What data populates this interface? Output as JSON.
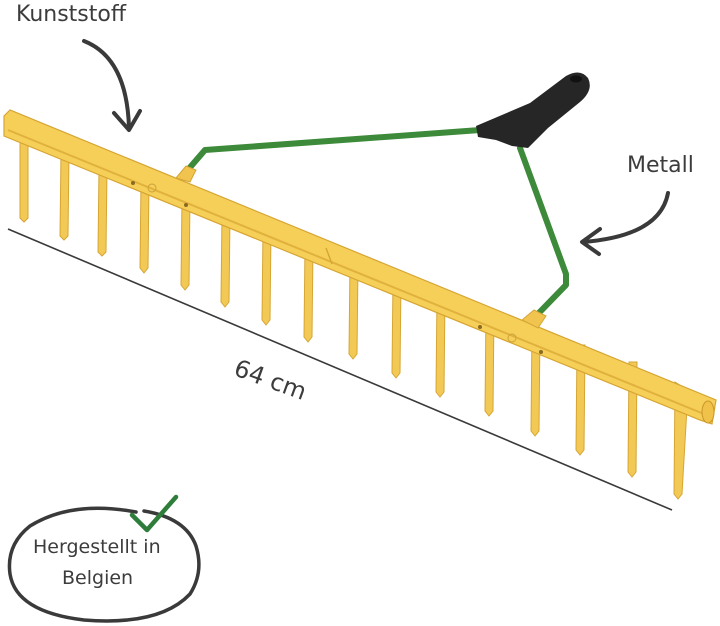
{
  "labels": {
    "material_plastic": "Kunststoff",
    "material_metal": "Metall",
    "dimension": "64 cm"
  },
  "badge": {
    "line1": "Hergestellt in",
    "line2": "Belgien"
  },
  "colors": {
    "rake_head": "#f6cf58",
    "rake_head_shadow": "#d9ac34",
    "handle_wire": "#3c8a3a",
    "grip": "#262626",
    "annotation": "#3a3a3a",
    "checkmark": "#2f7d3a"
  },
  "icons": [
    "curved-arrow-icon",
    "checkmark-icon",
    "hand-drawn-circle-icon"
  ]
}
